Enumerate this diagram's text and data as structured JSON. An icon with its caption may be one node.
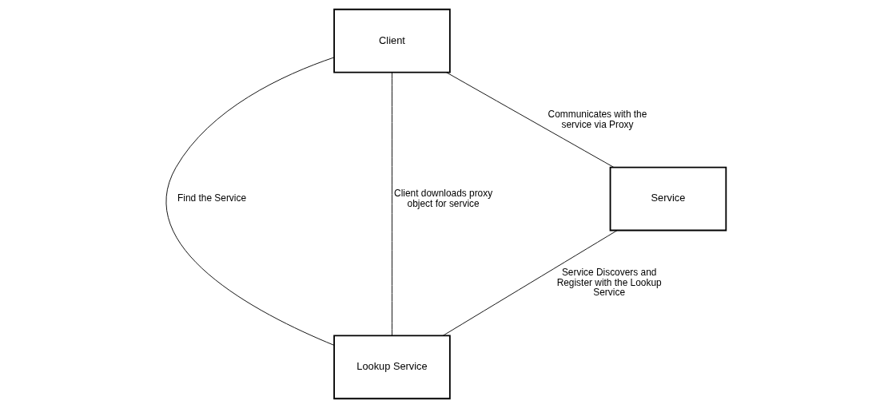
{
  "diagram": {
    "nodes": [
      {
        "text": [
          "Lookup Service"
        ]
      },
      {
        "text": [
          "Client"
        ]
      },
      {
        "text": [
          "Service"
        ]
      }
    ],
    "edges": [
      {
        "from": 1,
        "to": 0,
        "arrow": "none",
        "label": "Find the Service"
      },
      {
        "from": 1,
        "to": 0,
        "arrow": "none",
        "label": "Client downloads proxy object for service"
      },
      {
        "from": 2,
        "to": 0,
        "arrow": "none",
        "label": "Service Discovers and Register with the Lookup Service"
      },
      {
        "from": 1,
        "to": 2,
        "arrow": "none",
        "label": "Communicates with the service via Proxy"
      }
    ]
  }
}
